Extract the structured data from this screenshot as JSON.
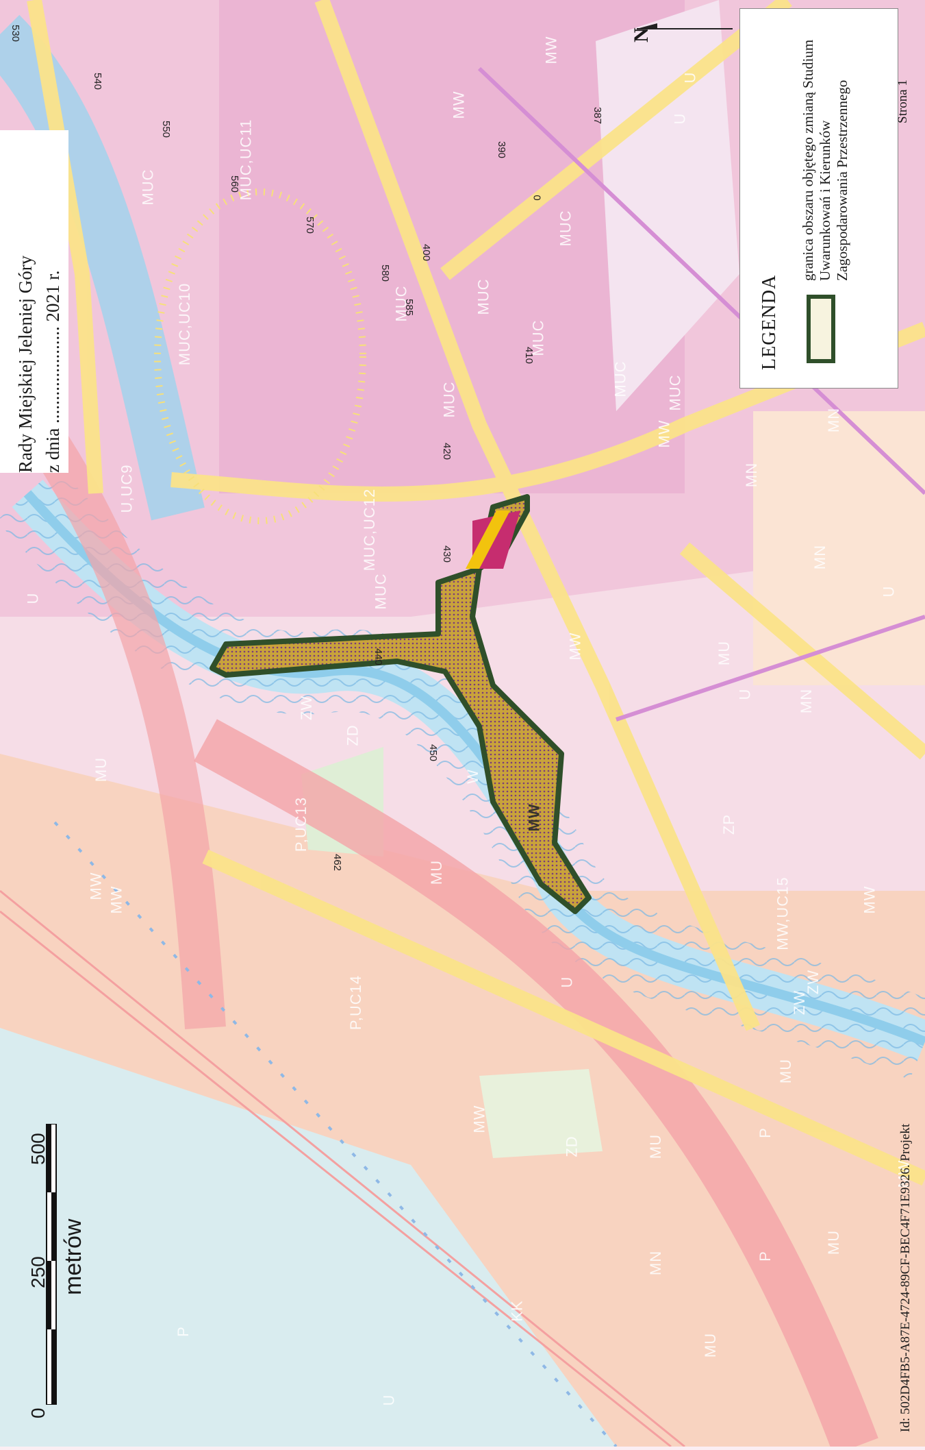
{
  "header": {
    "council": "Rady Miejskiej Jeleniej Góry",
    "date_line": "z dnia ..................... 2021 r."
  },
  "legend": {
    "title": "LEGENDA",
    "item_text": "granica obszaru objętego zmianą Studium Uwarunkowań i Kierunków Zagospodarowania Przestrzennego"
  },
  "north_label": "N",
  "scale": {
    "unit": "metrów",
    "ticks": [
      "0",
      "250",
      "500"
    ]
  },
  "page_label": "Strona 1",
  "footer_id": "Id: 502D4FB5-A87E-4724-89CF-BEC4F71E9326. Projekt",
  "zones": [
    "MW",
    "U",
    "MW",
    "U",
    "MUC",
    "MUC",
    "MUC",
    "MUC",
    "MUC",
    "MUC",
    "MUC",
    "MUC",
    "MUC,UC11",
    "MUC,UC10",
    "U,UC9",
    "MUC,UC12",
    "MUC",
    "MW",
    "MW",
    "MN",
    "MN",
    "MN",
    "U",
    "MU",
    "ZW",
    "ZD",
    "ZW",
    "W",
    "MW",
    "MU",
    "P,UC13",
    "MU",
    "MW",
    "ZP",
    "MW,UC15",
    "ZW",
    "MW",
    "MU",
    "P,UC14",
    "U",
    "MU",
    "P",
    "MW",
    "ZD",
    "P",
    "MN",
    "KK",
    "MU",
    "U",
    "P",
    "U",
    "MW",
    "U",
    "MN",
    "MW",
    "MU"
  ],
  "elevations": [
    "530",
    "540",
    "550",
    "560",
    "570",
    "580",
    "585",
    "390",
    "400",
    "410",
    "420",
    "387",
    "0",
    "430",
    "440",
    "450",
    "462"
  ],
  "colors": {
    "residential": "#f1b8d2",
    "service": "#f7a8c4",
    "river": "#a9d9ef",
    "road": "#fbe27c",
    "rail": "#f39a9a",
    "boundary": "#2f4f2a"
  }
}
